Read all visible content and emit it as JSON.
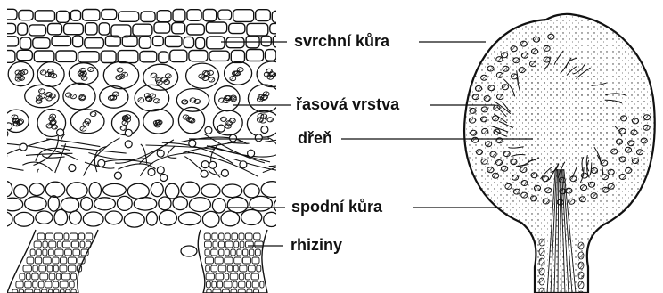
{
  "labels": {
    "upper_cortex": "svrchní kůra",
    "algal_layer": "řasová vrstva",
    "medulla": "dřeň",
    "lower_cortex": "spodní kůra",
    "rhizines": "rhiziny"
  },
  "colors": {
    "ink": "#111111",
    "paper": "#ffffff"
  }
}
